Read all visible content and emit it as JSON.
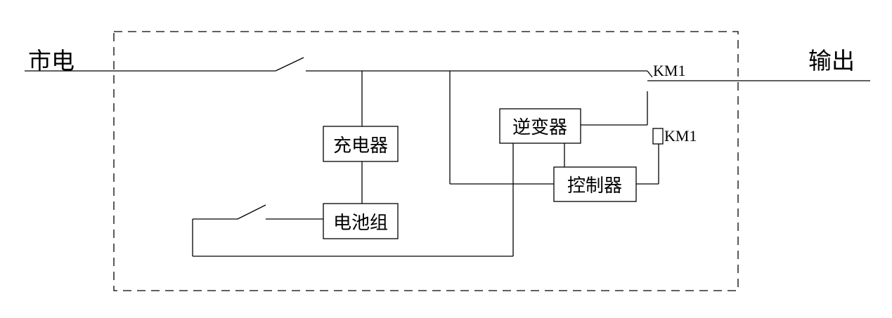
{
  "labels": {
    "mains": "市电",
    "output": "输出",
    "charger": "充电器",
    "battery": "电池组",
    "inverter": "逆变器",
    "controller": "控制器",
    "km1_contact": "KM1",
    "km1_coil": "KM1"
  }
}
